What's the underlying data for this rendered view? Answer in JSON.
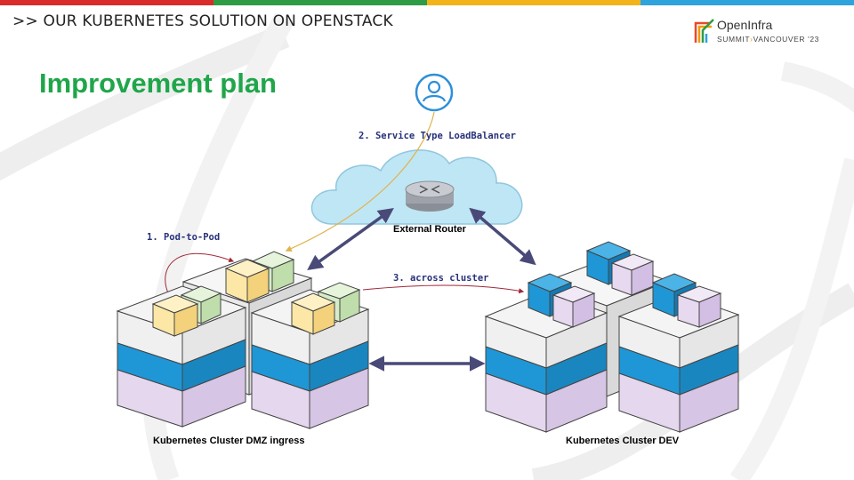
{
  "header": {
    "breadcrumb": ">> OUR KUBERNETES SOLUTION ON OPENSTACK",
    "title": "Improvement plan"
  },
  "logo": {
    "name": "OpenInfra",
    "summit": "SUMMIT",
    "city": "VANCOUVER '23"
  },
  "colors": {
    "top_bar": [
      "#d92b2b",
      "#2e9c45",
      "#f2b31b",
      "#2ea3dc"
    ],
    "title": "#1fa64a",
    "arrow": "#4a4a78",
    "blue_layer": "#1f97d6",
    "purple_layer": "#e4d7ee",
    "yellow_cube": "#fde7a7",
    "green_cube": "#d4ecc7",
    "blue_cube": "#1f97d6",
    "lilac_cube": "#e7d9f0"
  },
  "diagram": {
    "labels": {
      "service": "2. Service Type LoadBalancer",
      "pod_to_pod": "1. Pod-to-Pod",
      "across": "3. across cluster"
    },
    "router_label": "External Router",
    "cluster_dmz_label": "Kubernetes Cluster DMZ ingress",
    "cluster_dev_label": "Kubernetes Cluster DEV",
    "icons": [
      "user-icon",
      "router-icon",
      "cloud-icon"
    ]
  }
}
